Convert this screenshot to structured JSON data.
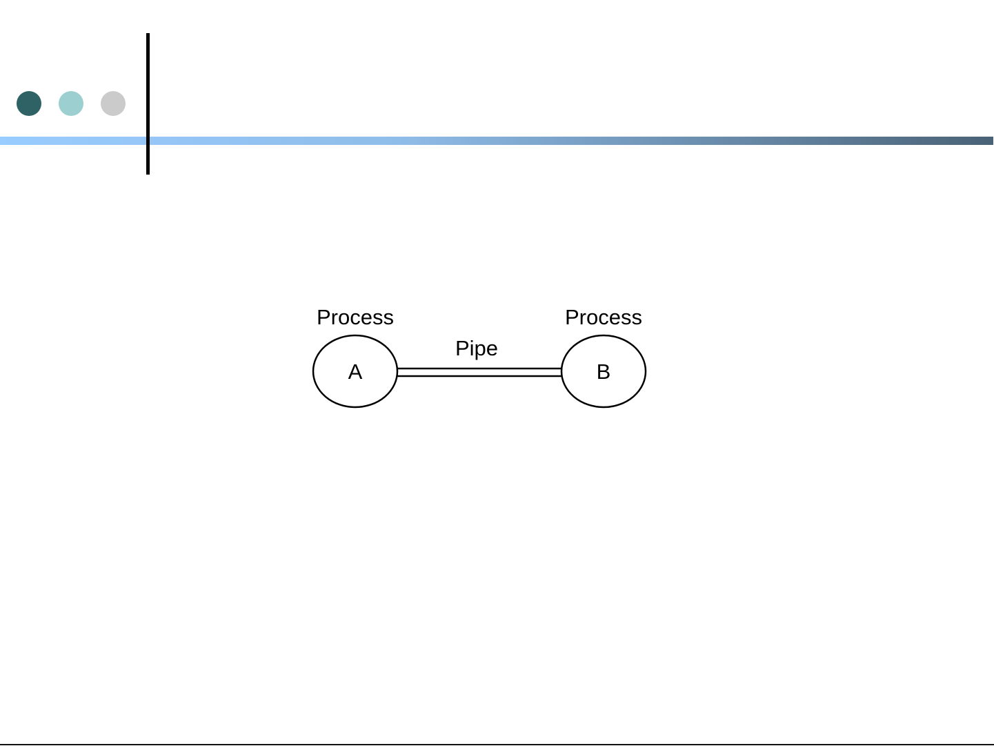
{
  "slide": {
    "colors": {
      "dot_dark": "#2e6264",
      "dot_mid": "#9ccfcf",
      "dot_light": "#cbcbcb",
      "bar_start": "#99ccff",
      "bar_end": "#4a6276"
    },
    "icons": [
      "circle-dot-icon",
      "circle-dot-icon",
      "circle-dot-icon"
    ]
  },
  "diagram": {
    "nodes": [
      {
        "id": "A",
        "caption": "Process",
        "label": "A"
      },
      {
        "id": "B",
        "caption": "Process",
        "label": "B"
      }
    ],
    "edge": {
      "from": "A",
      "to": "B",
      "label": "Pipe"
    }
  }
}
